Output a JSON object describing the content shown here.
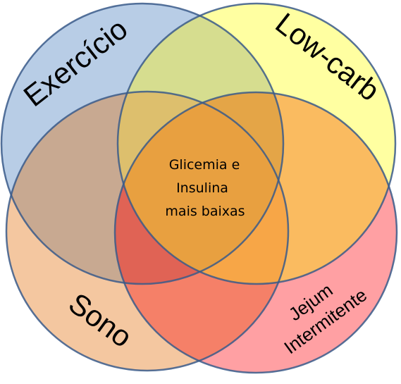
{
  "diagram": {
    "sets": [
      {
        "label": "Exercício",
        "color": "#8EADD8"
      },
      {
        "label": "Low-carb",
        "color": "#FFFF7F"
      },
      {
        "label": "Sono",
        "color": "#F7B98C"
      },
      {
        "label": "Jejum",
        "label2": "Intermitente",
        "color": "#FF8080"
      }
    ],
    "intersection": {
      "line1": "Glicemia e",
      "line2": "Insulina",
      "line3": "mais baixas",
      "color": "#E8A040"
    },
    "outline_color": "#3A5A8A"
  }
}
